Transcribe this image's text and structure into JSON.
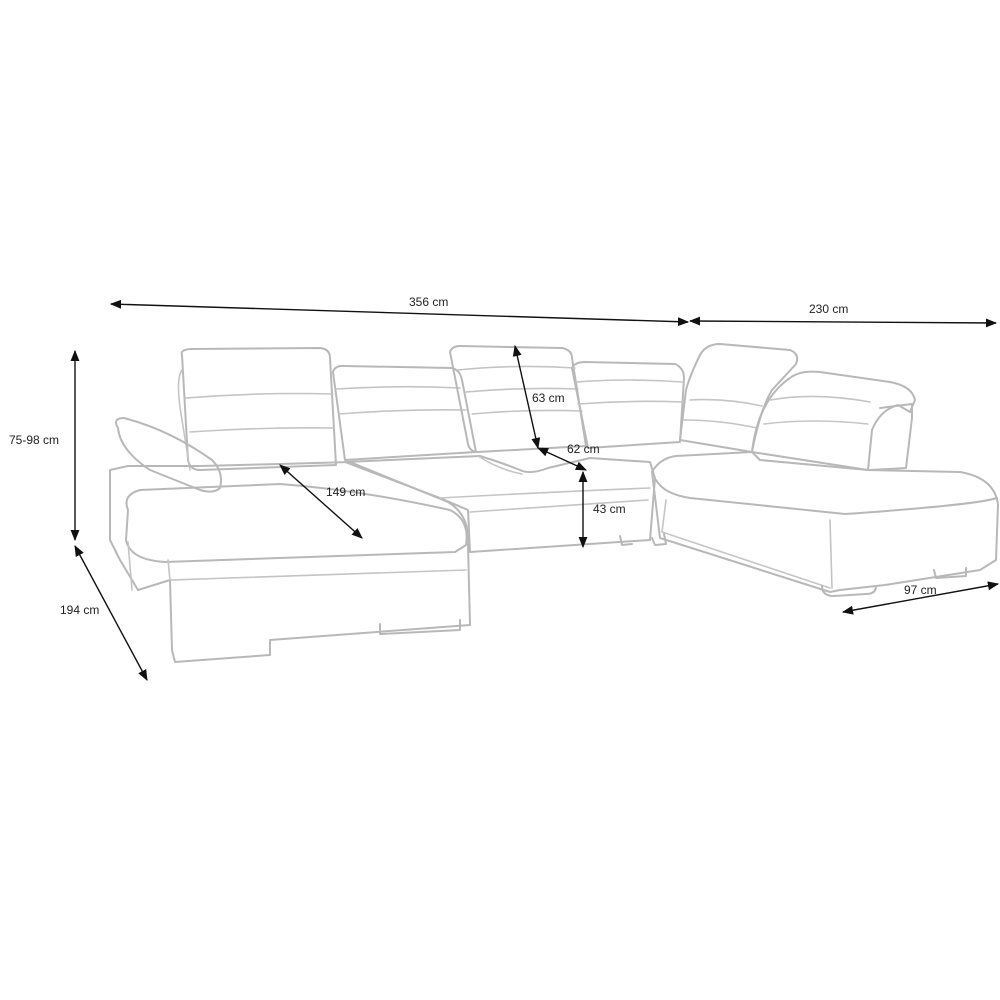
{
  "dimensions": {
    "total_width_left": "356 cm",
    "total_width_right": "230 cm",
    "height": "75-98 cm",
    "depth_left": "194 cm",
    "chaise_length": "149 cm",
    "backrest_height": "63 cm",
    "seat_depth": "62 cm",
    "seat_height": "43 cm",
    "right_module_depth": "97 cm"
  }
}
